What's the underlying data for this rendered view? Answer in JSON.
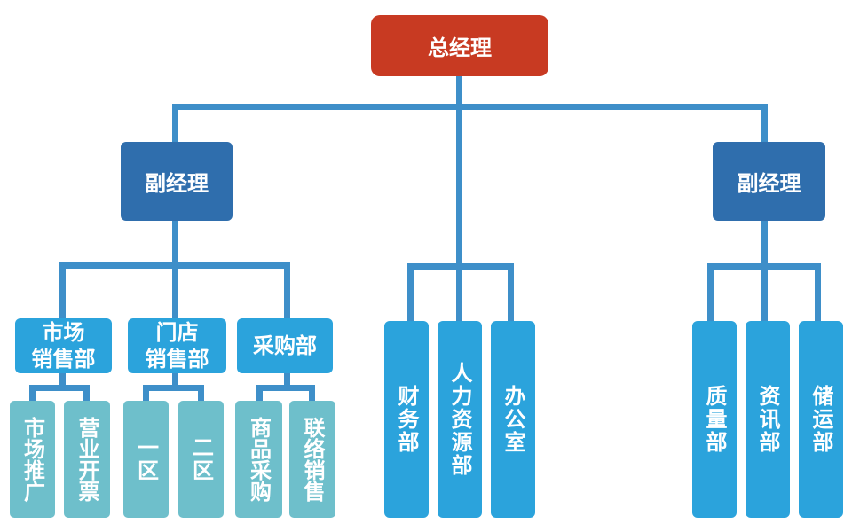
{
  "org": {
    "root": "总经理",
    "vp_left": "副经理",
    "vp_right": "副经理",
    "market_sales": "市场\n销售部",
    "store_sales": "门店\n销售部",
    "purchasing": "采购部",
    "finance": "财务部",
    "hr": "人力资源部",
    "office": "办公室",
    "quality": "质量部",
    "info": "资讯部",
    "storage": "储运部",
    "market_promo": "市场推广",
    "business_ticket": "营业开票",
    "zone_one": "一区",
    "zone_two": "二区",
    "goods_purchase": "商品采购",
    "joint_sales": "联络销售"
  },
  "colors": {
    "root": "#c83a22",
    "vp": "#2f6ead",
    "dept": "#2ba3dc",
    "sub": "#6ebfcb",
    "line": "#3e8fc9"
  }
}
